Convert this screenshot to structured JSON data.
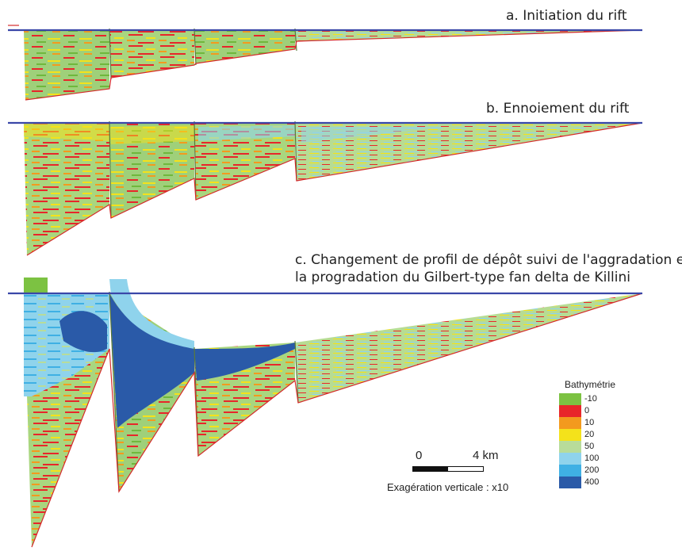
{
  "panels": [
    {
      "title": "a. Initiation du rift"
    },
    {
      "title": "b.  Ennoiement du rift"
    },
    {
      "title_line1": "c. Changement de profil de dépôt suivi de l'aggradation et",
      "title_line2": "la progradation du  Gilbert-type fan delta de Killini"
    }
  ],
  "legend": {
    "title": "Bathymétrie",
    "items": [
      {
        "label": "-10",
        "color": "#7cc242"
      },
      {
        "label": "0",
        "color": "#e8262a"
      },
      {
        "label": "10",
        "color": "#f39a1e"
      },
      {
        "label": "20",
        "color": "#f4e21b"
      },
      {
        "label": "50",
        "color": "#b8dc9a"
      },
      {
        "label": "100",
        "color": "#8fd3ec"
      },
      {
        "label": "200",
        "color": "#3fb0e4"
      },
      {
        "label": "400",
        "color": "#2a5aa8"
      }
    ]
  },
  "scale": {
    "start": "0",
    "end": "4 km"
  },
  "vertical_exaggeration": "Exagération verticale : x10",
  "colors": {
    "sea_level": "#3a47a8",
    "basal_line": "#d42a2a"
  }
}
